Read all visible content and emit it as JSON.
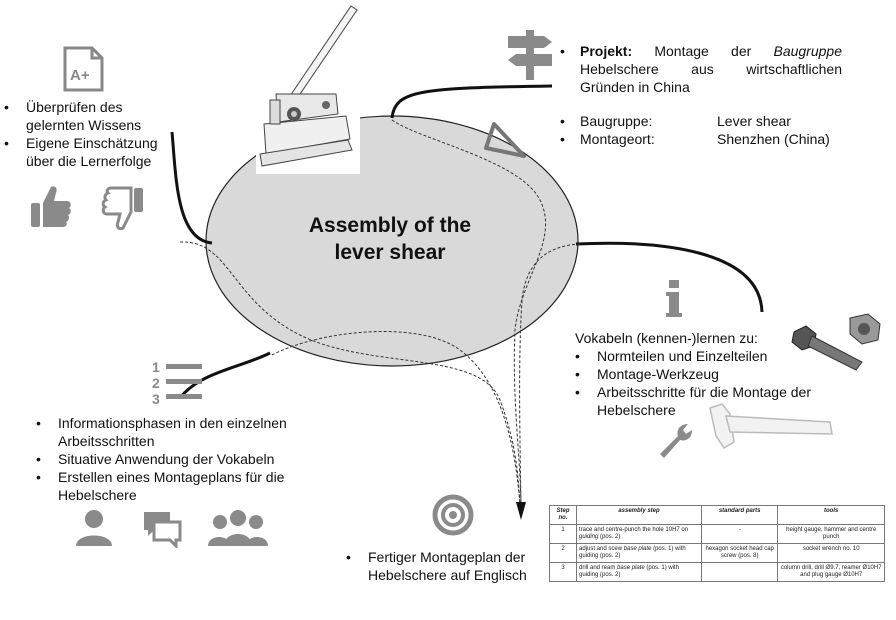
{
  "center": {
    "title_line1": "Assembly of the",
    "title_line2": "lever shear"
  },
  "evaluation": {
    "items": [
      "Überprüfen des gelernten Wissens",
      "Eigene Einschätzung über die Lernerfolge"
    ],
    "icon_grade": "a-plus-document-icon",
    "icon_up": "thumbs-up-icon",
    "icon_down": "thumbs-down-icon"
  },
  "project": {
    "label": "Projekt:",
    "text_pre": " Montage der ",
    "text_italic": "Baugruppe",
    "text_post": " Hebelschere aus wirtschaftlichen Gründen in China",
    "rows": [
      {
        "key": "Baugruppe:",
        "value": "Lever shear"
      },
      {
        "key": "Montageort:",
        "value": "Shenzhen (China)"
      }
    ],
    "icon": "signpost-icon"
  },
  "vocab": {
    "heading": "Vokabeln (kennen-)lernen zu:",
    "items": [
      "Normteilen und Einzelteilen",
      "Montage-Werkzeug",
      "Arbeitsschritte für die Montage der Hebelschere"
    ],
    "icon": "info-icon"
  },
  "method": {
    "items": [
      "Informationsphasen in den einzelnen Arbeitsschritten",
      "Situative Anwendung der Vokabeln",
      "Erstellen eines Montageplans für die Hebelschere"
    ],
    "icon": "numbered-list-icon",
    "people_icons": [
      "single-person-icon",
      "chat-icon",
      "group-icon"
    ]
  },
  "goal": {
    "text": "Fertiger Montageplan der Hebelschere auf Englisch",
    "icon": "target-icon"
  },
  "plan_table": {
    "headers": [
      "Step no.",
      "assembly step",
      "standard parts",
      "tools"
    ],
    "rows": [
      {
        "step": "1",
        "pre": "trace and centre-punch the hole 10H7 on ",
        "italic": "guiding",
        "post": " (pos. 2)",
        "parts": "-",
        "tools": "height gauge, hammer and centre punch"
      },
      {
        "step": "2",
        "pre": "adjust and scew ",
        "italic": "base plate",
        "post": " (pos. 1) with guiding (pos. 2)",
        "parts": "hexagon socket head cap screw (pos. 8)",
        "tools": "socket wrench no. 10"
      },
      {
        "step": "3",
        "pre": "drill and ream ",
        "italic": "base plate",
        "post": " (pos. 1) with guiding (pos. 2)",
        "parts": "",
        "tools": "column drill, drill Ø9.7, reamer Ø10H7 and plug gauge Ø10H7"
      }
    ]
  }
}
